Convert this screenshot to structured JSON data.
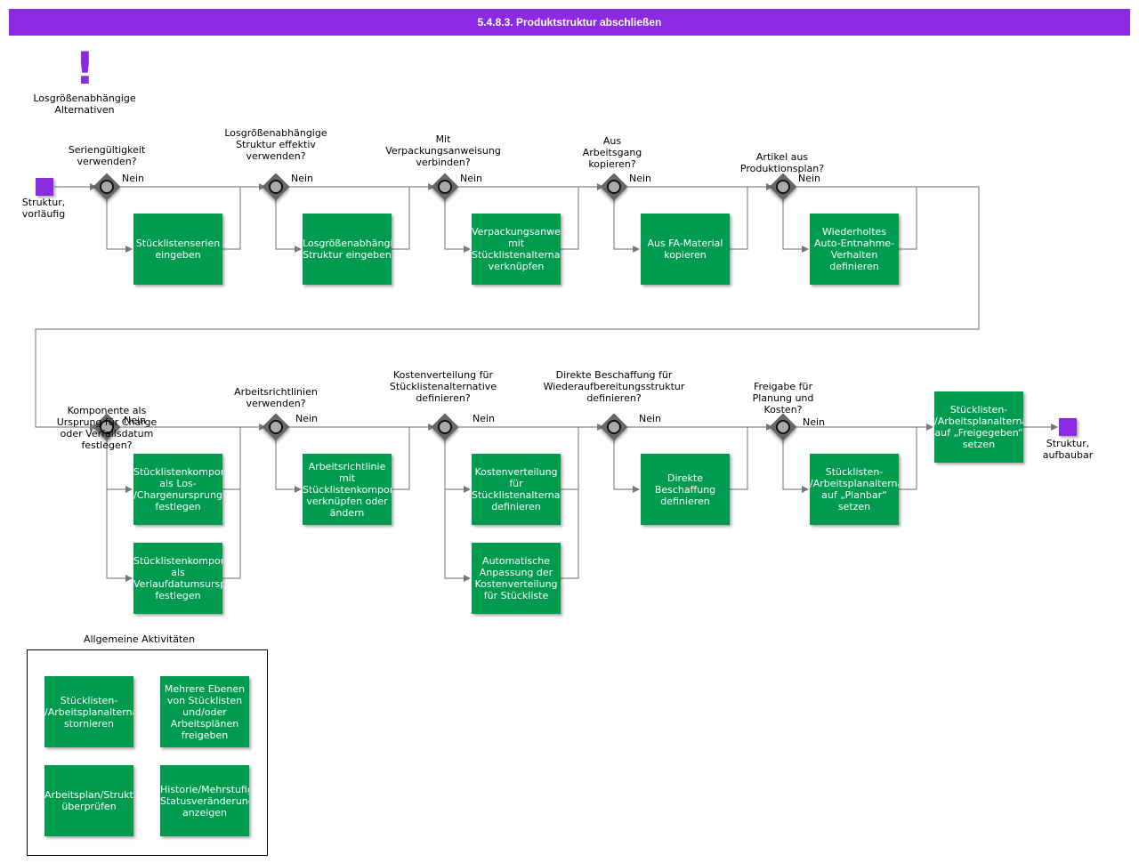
{
  "title": "5.4.8.3. Produktstruktur abschließen",
  "annotation": "Losgrößenabhängige\nAlternativen",
  "start_event": "Struktur,\nvorläufig",
  "end_event": "Struktur,\naufbaubar",
  "decisions": [
    "Seriengültigkeit\nverwenden?",
    "Losgrößenabhängige\nStruktur effektiv\nverwenden?",
    "Mit\nVerpackungsanweisung\nverbinden?",
    "Aus\nArbeitsgang\nkopieren?",
    "Artikel aus\nProduktionsplan?",
    "Komponente als\nUrsprung für Charge\noder Verfallsdatum\nfestlegen?",
    "Arbeitsrichtlinien\nverwenden?",
    "Kostenverteilung für\nStücklistenalternative\ndefinieren?",
    "Direkte Beschaffung für\nWiederaufbereitungsstruktur\ndefinieren?",
    "Freigabe für\nPlanung und\nKosten?"
  ],
  "no_label": "Nein",
  "tasks": [
    "Stücklistenserien\neingeben",
    "Losgrößenabhängige\nStruktur eingeben",
    "Verpackungsanweisung\nmit\nStücklistenalternative\nverknüpfen",
    "Aus FA-Material\nkopieren",
    "Wiederholtes\nAuto-Entnahme-\nVerhalten\ndefinieren",
    "Stücklistenkomponente\nals Los-\n/Chargenursprung\nfestlegen",
    "Stücklistenkomponente\nals\nVerlaufdatumsursprung\nfestlegen",
    "Arbeitsrichtlinie\nmit\nStücklistenkomponente\nverknüpfen oder\nändern",
    "Kostenverteilung\nfür\nStücklistenalternative\ndefinieren",
    "Automatische\nAnpassung der\nKostenverteilung\nfür Stückliste",
    "Direkte\nBeschaffung\ndefinieren",
    "Stücklisten-\n/Arbeitsplanalternative\nauf „Planbar“ setzen",
    "Stücklisten-\n/Arbeitsplanalternative\nauf „Freigegeben“\nsetzen"
  ],
  "general_group": {
    "title": "Allgemeine Aktivitäten",
    "tasks": [
      "Stücklisten-\n/Arbeitsplanalternative\nstornieren",
      "Mehrere Ebenen\nvon Stücklisten\nund/oder\nArbeitsplänen\nfreigeben",
      "Arbeitsplan/Strukturalternative\nüberprüfen",
      "Historie/Mehrstufige\nStatusveränderungen\nanzeigen"
    ]
  },
  "colors": {
    "title_bar": "#8a2be2",
    "task": "#009b4e",
    "event": "#8a2be2",
    "gateway": "#666666",
    "connector": "#888888"
  }
}
